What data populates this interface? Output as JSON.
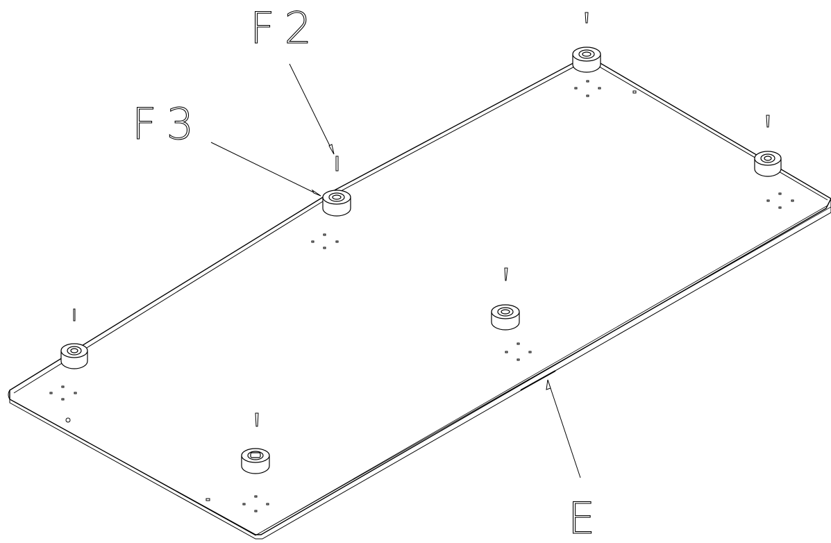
{
  "callouts": {
    "f2": "F2",
    "f3": "F3",
    "e": "E"
  },
  "colors": {
    "line": "#000000",
    "background": "#ffffff",
    "fill": "#ffffff"
  }
}
